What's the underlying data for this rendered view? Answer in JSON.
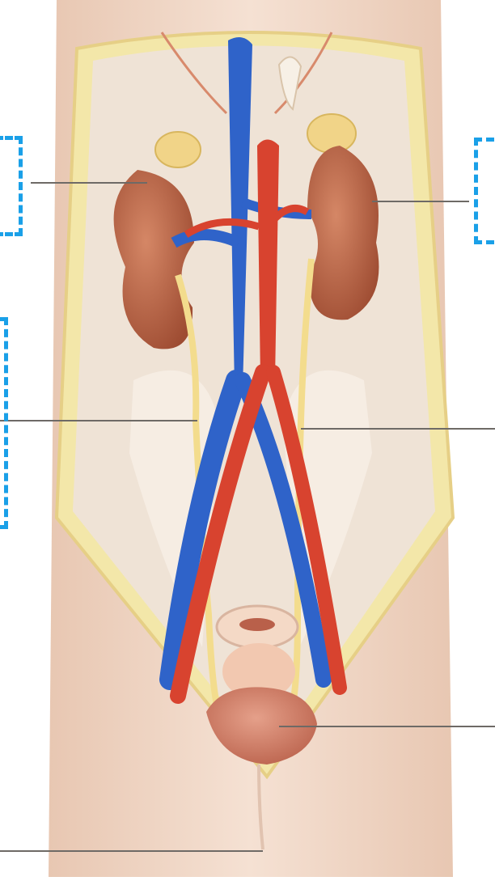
{
  "diagram": {
    "subject": "urinary-system-anatomy",
    "labels": [
      {
        "id": "left-kidney-label",
        "text": ""
      },
      {
        "id": "right-kidney-label",
        "text": ""
      },
      {
        "id": "left-ureter-label",
        "text": ""
      },
      {
        "id": "right-ureter-label",
        "text": ""
      },
      {
        "id": "bladder-label",
        "text": ""
      },
      {
        "id": "urethra-label",
        "text": ""
      }
    ],
    "colors": {
      "skin": "#f1d9c7",
      "cavity": "#efe3d6",
      "vein": "#2f63c9",
      "artery": "#d8432f",
      "kidney": "#b9623f",
      "ureter": "#f3dc8d",
      "bladder": "#cf7a63",
      "label_box": "#1aa0e8",
      "leader": "#6e6a66"
    }
  }
}
